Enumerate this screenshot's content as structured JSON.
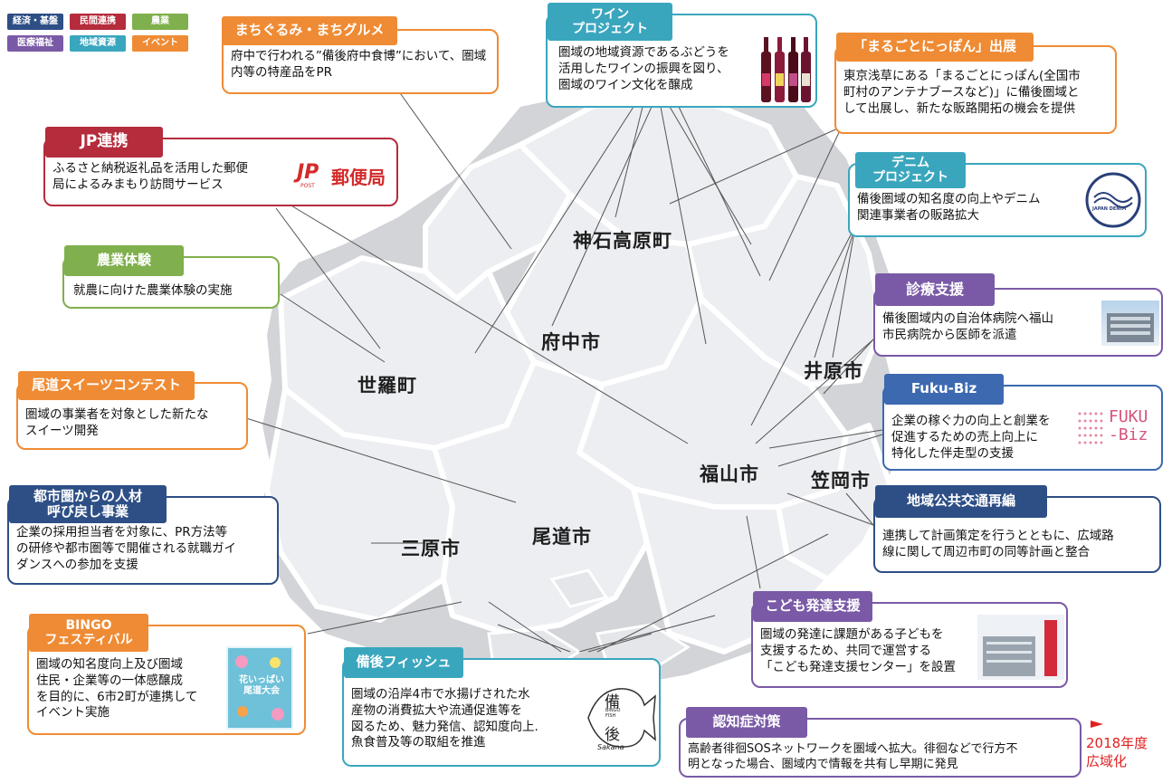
{
  "legend": [
    {
      "label": "経済・基盤",
      "color": "#2e4f86"
    },
    {
      "label": "民間連携",
      "color": "#b52c3c"
    },
    {
      "label": "農業",
      "color": "#7fb04d"
    },
    {
      "label": "医療福祉",
      "color": "#7a5aa6"
    },
    {
      "label": "地域資源",
      "color": "#3aa6be"
    },
    {
      "label": "イベント",
      "color": "#ef8b34"
    }
  ],
  "cities": {
    "jinseki": "神石高原町",
    "fuchu": "府中市",
    "sera": "世羅町",
    "ibara": "井原市",
    "fukuyama": "福山市",
    "kasaoka": "笠岡市",
    "mihara": "三原市",
    "onomichi": "尾道市"
  },
  "projects": {
    "machigurumi": {
      "title": "まちぐるみ・まちグルメ",
      "body": "府中で行われる”備後府中食博”において、圏域内等の特産品をPR"
    },
    "wine": {
      "title": "ワイン\nプロジェクト",
      "body": "圏域の地域資源であるぶどうを\n活用したワインの振興を図り、\n圏域のワイン文化を醸成"
    },
    "marugoto": {
      "title": "「まるごとにっぽん」出展",
      "body": "東京浅草にある「まるごとにっぽん(全国市\n町村のアンテナブースなど)」に備後圏域と\nして出展し、新たな販路開拓の機会を提供"
    },
    "jp": {
      "title": "JP連携",
      "body": "ふるさと納税返礼品を活用した郵便\n局によるみまもり訪問サービス",
      "logo_text": "郵便局",
      "logo_sub": "POST"
    },
    "denim": {
      "title": "デニム\nプロジェクト",
      "body": "備後圏域の知名度の向上やデニム\n関連事業者の販路拡大",
      "logo_text": "JAPAN DENIM"
    },
    "nogyo": {
      "title": "農業体験",
      "body": "就農に向けた農業体験の実施"
    },
    "shinryo": {
      "title": "診療支援",
      "body": "備後圏域内の自治体病院へ福山\n市民病院から医師を派遣"
    },
    "sweets": {
      "title": "尾道スイーツコンテスト",
      "body": "圏域の事業者を対象とした新たな\nスイーツ開発"
    },
    "fukubiz": {
      "title": "Fuku-Biz",
      "body": "企業の稼ぐ力の向上と創業を\n促進するための売上向上に\n特化した伴走型の支援",
      "logo_text": "FUKU\n-Biz"
    },
    "jinzai": {
      "title": "都市圏からの人材\n呼び戻し事業",
      "body": "企業の採用担当者を対象に、PR方法等\nの研修や都市圏等で開催される就職ガイ\nダンスへの参加を支援"
    },
    "kotsu": {
      "title": "地域公共交通再編",
      "body": "連携して計画策定を行うとともに、広域路\n線に関して周辺市町の同等計画と整合"
    },
    "kodomo": {
      "title": "こども発達支援",
      "body": "圏域の発達に課題がある子どもを\n支援するため、共同で運営する\n「こども発達支援センター」を設置"
    },
    "bingo": {
      "title": "BINGO\nフェスティバル",
      "body": "圏域の知名度向上及び圏域\n住民・企業等の一体感醸成\nを目的に、6市2町が連携して\nイベント実施",
      "poster_text": "花いっぱい\n尾道大会"
    },
    "fish": {
      "title": "備後フィッシュ",
      "body": "圏域の沿岸4市で水揚げされた水\n産物の消費拡大や流通促進等を\n図るため、魅力発信、認知度向上.\n魚食普及等の取組を推進",
      "logo_top": "備",
      "logo_mid": "BINGO\nFISH",
      "logo_bottom": "後",
      "logo_sign": "Sakana"
    },
    "ninchi": {
      "title": "認知症対策",
      "body": "高齢者徘徊SOSネットワークを圏域へ拡大。徘徊などで行方不\n明となった場合、圏域内で情報を共有し早期に発見"
    }
  },
  "note": "2018年度\n広域化"
}
